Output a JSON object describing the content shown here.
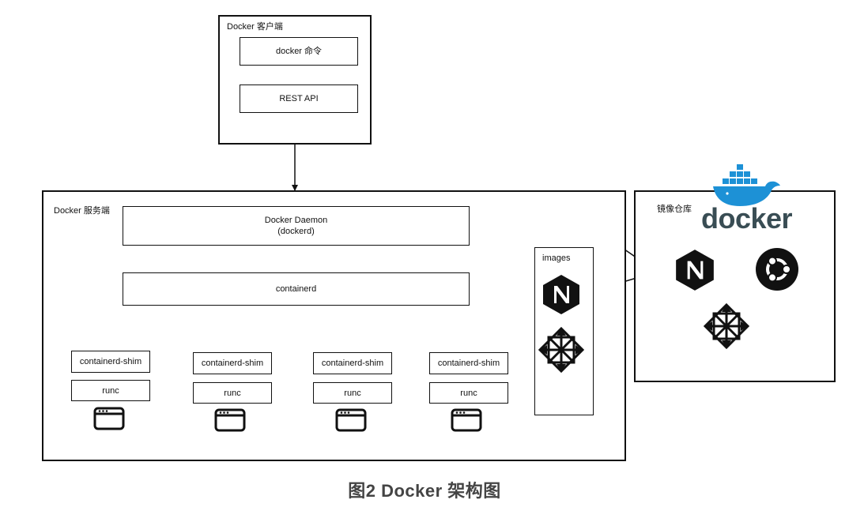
{
  "client": {
    "title": "Docker 客户端",
    "command": "docker 命令",
    "rest": "REST API"
  },
  "server": {
    "title": "Docker 服务端",
    "daemon_line1": "Docker Daemon",
    "daemon_line2": "(dockerd)",
    "containerd": "containerd",
    "shims": [
      {
        "shim": "containerd-shim",
        "runc": "runc"
      },
      {
        "shim": "containerd-shim",
        "runc": "runc"
      },
      {
        "shim": "containerd-shim",
        "runc": "runc"
      },
      {
        "shim": "containerd-shim",
        "runc": "runc"
      }
    ],
    "images_title": "images"
  },
  "registry": {
    "title": "镜像仓库",
    "logo_text": "docker",
    "brand_color": "#1d91d6",
    "logo_text_color": "#394d54"
  },
  "caption": "图2  Docker 架构图"
}
